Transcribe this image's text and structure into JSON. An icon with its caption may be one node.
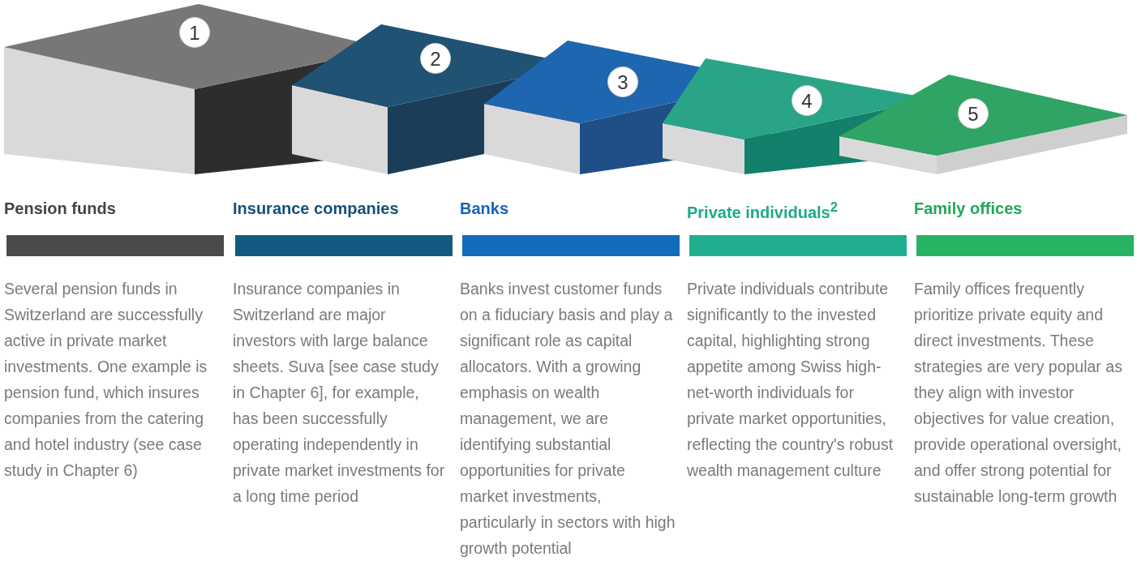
{
  "diagram": {
    "nodes": [
      {
        "text": [
          "1"
        ]
      },
      {
        "text": [
          "2"
        ]
      },
      {
        "text": [
          "3"
        ]
      },
      {
        "text": [
          "4"
        ]
      },
      {
        "text": [
          "5"
        ]
      }
    ],
    "labels": [
      "Pension funds",
      "Insurance companies",
      "Banks",
      "Private individuals$^{2}$",
      "Family offices",
      "Several pension funds in Switzerland are successfully active in private market investments. One example is pension fund, which insures companies from the catering and hotel industry (see case study in Chapter 6)",
      "Insurance companies in Switzerland are major investors with large balance sheets. Suva [see case study in Chapter 6], for example, has been successfully operating independently in private market investments for a long time period",
      "Banks invest customer funds on a fiduciary basis and play a significant role as capital allocators. With a growing emphasis on wealth management, we are identifying substantial opportunities for private market investments, particularly in sectors with high growth potential",
      "Private individuals contribute significantly to the invested capital, highlighting strong appetite among Swiss high-net-worth individuals for private market opportunities, reflecting the country's robust wealth management culture",
      "Family offices frequently prioritize private equity and direct investments. These strategies are very popular as they align with investor objectives for value creation, provide operational oversight, and offer strong potential for sustainable long-term growth"
    ]
  }
}
